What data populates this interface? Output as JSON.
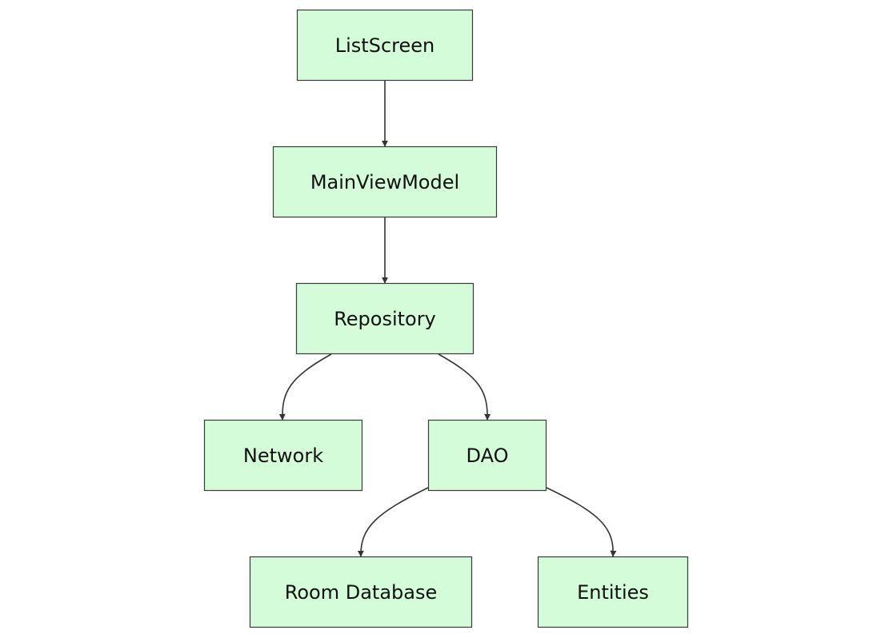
{
  "diagram": {
    "type": "flowchart",
    "direction": "top-down",
    "colors": {
      "node_fill": "#d5fcd8",
      "node_stroke": "#3a3a3a",
      "edge": "#333333",
      "text": "#111111",
      "background": "#ffffff"
    },
    "nodes": {
      "list_screen": "ListScreen",
      "main_view_model": "MainViewModel",
      "repository": "Repository",
      "network": "Network",
      "dao": "DAO",
      "room_database": "Room Database",
      "entities": "Entities"
    },
    "edges": [
      {
        "from": "list_screen",
        "to": "main_view_model"
      },
      {
        "from": "main_view_model",
        "to": "repository"
      },
      {
        "from": "repository",
        "to": "network"
      },
      {
        "from": "repository",
        "to": "dao"
      },
      {
        "from": "dao",
        "to": "room_database"
      },
      {
        "from": "dao",
        "to": "entities"
      }
    ]
  }
}
